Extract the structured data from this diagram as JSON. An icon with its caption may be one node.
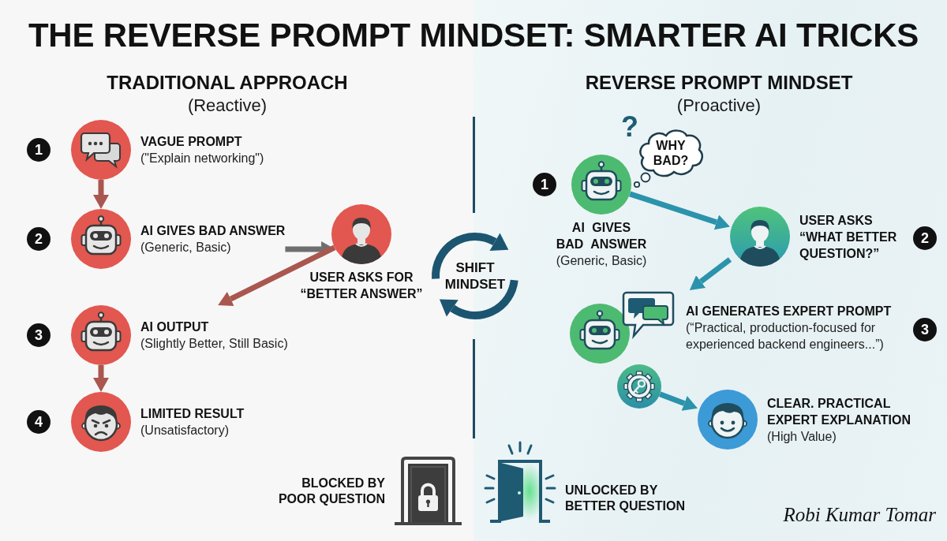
{
  "diagram": {
    "title": "THE REVERSE PROMPT MINDSET: SMARTER AI TRICKS",
    "nodes": [
      {
        "text": [
          "VAGUE PROMPT",
          "(\"Explain networking\")"
        ]
      },
      {
        "text": [
          "AI GIVES BAD ANSWER",
          "(Generic, Basic)"
        ]
      },
      {
        "text": [
          "USER ASKS FOR “BETTER ANSWER”"
        ]
      },
      {
        "text": [
          "AI OUTPUT",
          "(Slightly Better, Still Basic)"
        ]
      },
      {
        "text": [
          "LIMITED RESULT",
          "(Unsatisfactory)"
        ]
      },
      {
        "text": [
          "SHIFT MINDSET"
        ]
      },
      {
        "text": [
          "AI GIVES BAD ANSWER",
          "(Generic, Basic)"
        ]
      },
      {
        "text": [
          "WHY BAD?"
        ]
      },
      {
        "text": [
          "USER ASKS “WHAT BETTER QUESTION?”"
        ]
      },
      {
        "text": [
          "AI GENERATES EXPERT PROMPT",
          "(“Practical, production-focused for experienced backend engineers...”)"
        ]
      },
      {
        "text": [],
        "shape": "circle"
      },
      {
        "text": [
          "CLEAR. PRACTICAL EXPERT EXPLANATION",
          "(High Value)"
        ]
      }
    ],
    "edges": [
      {
        "from": 0,
        "to": 1,
        "arrow": "to"
      },
      {
        "from": 1,
        "to": 2,
        "arrow": "to",
        "color": "#6e6e6e"
      },
      {
        "from": 2,
        "to": 3,
        "arrow": "to"
      },
      {
        "from": 3,
        "to": 4,
        "arrow": "to"
      },
      {
        "from": 6,
        "to": 8,
        "arrow": "to",
        "color": "#2b93ab"
      },
      {
        "from": 8,
        "to": 9,
        "arrow": "to",
        "color": "#2b93ab"
      },
      {
        "from": 10,
        "to": 11,
        "arrow": "to",
        "color": "#2b93ab"
      }
    ],
    "labels": [
      "TRADITIONAL APPROACH",
      "(Reactive)",
      "REVERSE PROMPT MINDSET",
      "(Proactive)",
      "1",
      "2",
      "3",
      "4",
      "?",
      "1",
      "2",
      "3",
      "BLOCKED BY POOR QUESTION",
      "UNLOCKED BY BETTER QUESTION",
      "Robi Kumar Tomar"
    ]
  }
}
